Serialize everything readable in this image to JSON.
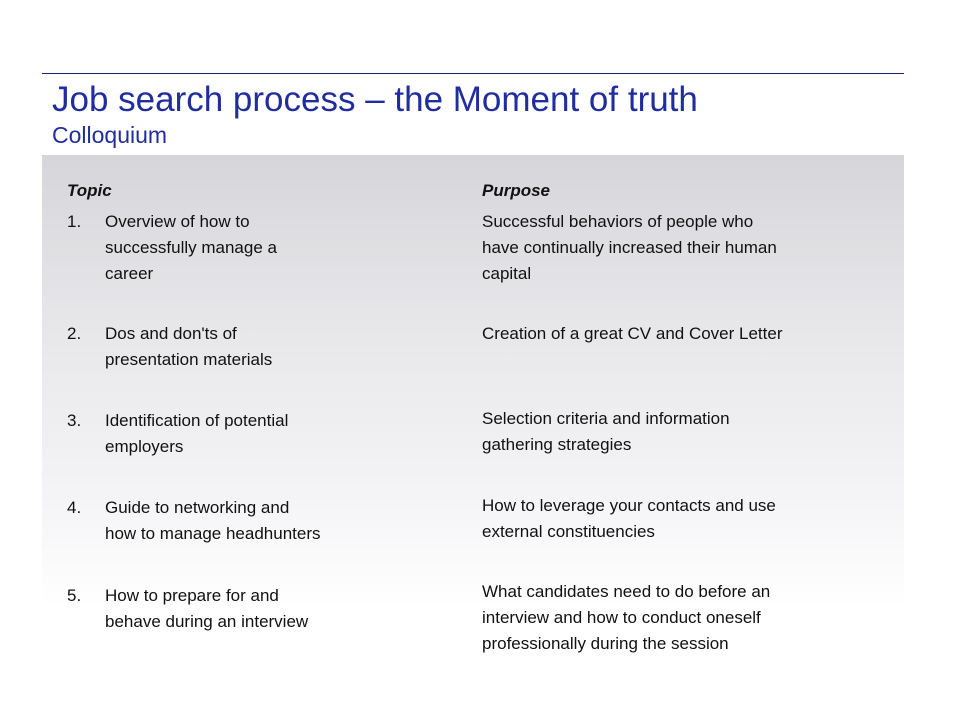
{
  "title": "Job search process – the Moment of truth",
  "subtitle": "Colloquium",
  "columns": {
    "topic": "Topic",
    "purpose": "Purpose"
  },
  "rows": [
    {
      "number": "1.",
      "topic_lines": [
        "Overview of how to",
        "successfully manage a",
        "career"
      ],
      "purpose_lines": [
        "Successful behaviors of people who",
        "have continually increased their human",
        "capital"
      ]
    },
    {
      "number": "2.",
      "topic_lines": [
        "Dos and don'ts of",
        "presentation materials"
      ],
      "purpose_lines": [
        "Creation of a great CV and Cover Letter"
      ]
    },
    {
      "number": "3.",
      "topic_lines": [
        "Identification of potential",
        "employers"
      ],
      "purpose_lines": [
        "Selection criteria and information",
        "gathering strategies"
      ]
    },
    {
      "number": "4.",
      "topic_lines": [
        "Guide to networking and",
        "how to manage headhunters"
      ],
      "purpose_lines": [
        "How to leverage your contacts and use",
        "external constituencies"
      ]
    },
    {
      "number": "5.",
      "topic_lines": [
        "How to prepare for and",
        "behave during an interview"
      ],
      "purpose_lines": [
        "What candidates need to do before an",
        "interview and how to conduct oneself",
        "professionally during the session"
      ]
    }
  ]
}
